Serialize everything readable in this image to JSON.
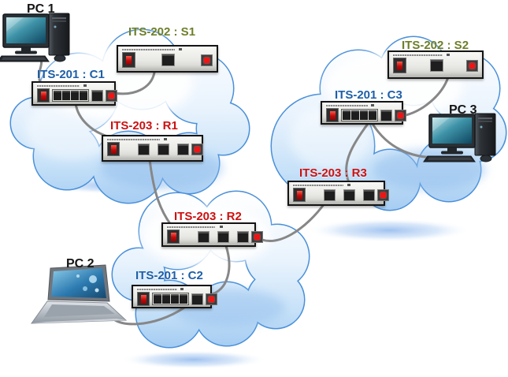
{
  "nodes": {
    "pc1": {
      "label": "PC 1",
      "type": "pc"
    },
    "pc2": {
      "label": "PC 2",
      "type": "pc"
    },
    "pc3": {
      "label": "PC 3",
      "type": "pc"
    },
    "s1": {
      "label": "ITS-202 : S1",
      "type": "server"
    },
    "s2": {
      "label": "ITS-202 : S2",
      "type": "server"
    },
    "c1": {
      "label": "ITS-201 : C1",
      "type": "client"
    },
    "c2": {
      "label": "ITS-201 : C2",
      "type": "client"
    },
    "c3": {
      "label": "ITS-201 : C3",
      "type": "client"
    },
    "r1": {
      "label": "ITS-203 : R1",
      "type": "router"
    },
    "r2": {
      "label": "ITS-203 : R2",
      "type": "router"
    },
    "r3": {
      "label": "ITS-203 : R3",
      "type": "router"
    }
  },
  "connections": [
    {
      "from": "pc1",
      "to": "c1"
    },
    {
      "from": "s1",
      "to": "c1"
    },
    {
      "from": "c1",
      "to": "r1"
    },
    {
      "from": "r1",
      "to": "r2"
    },
    {
      "from": "r2",
      "to": "r3"
    },
    {
      "from": "r2",
      "to": "c2"
    },
    {
      "from": "pc2",
      "to": "c2"
    },
    {
      "from": "s2",
      "to": "c3"
    },
    {
      "from": "c3",
      "to": "r3"
    },
    {
      "from": "c3",
      "to": "pc3"
    }
  ],
  "colors": {
    "server_label": "#6d7f28",
    "client_label": "#1e5fa8",
    "router_label": "#cc1111",
    "pc_label": "#141414",
    "cloud_outline": "#4a90d9",
    "cloud_fill_top": "#ffffff",
    "cloud_fill_bottom": "#a6cdf2",
    "cable": "#878787",
    "power_switch": "#cc0a0a",
    "panel_button": "#f01414"
  }
}
